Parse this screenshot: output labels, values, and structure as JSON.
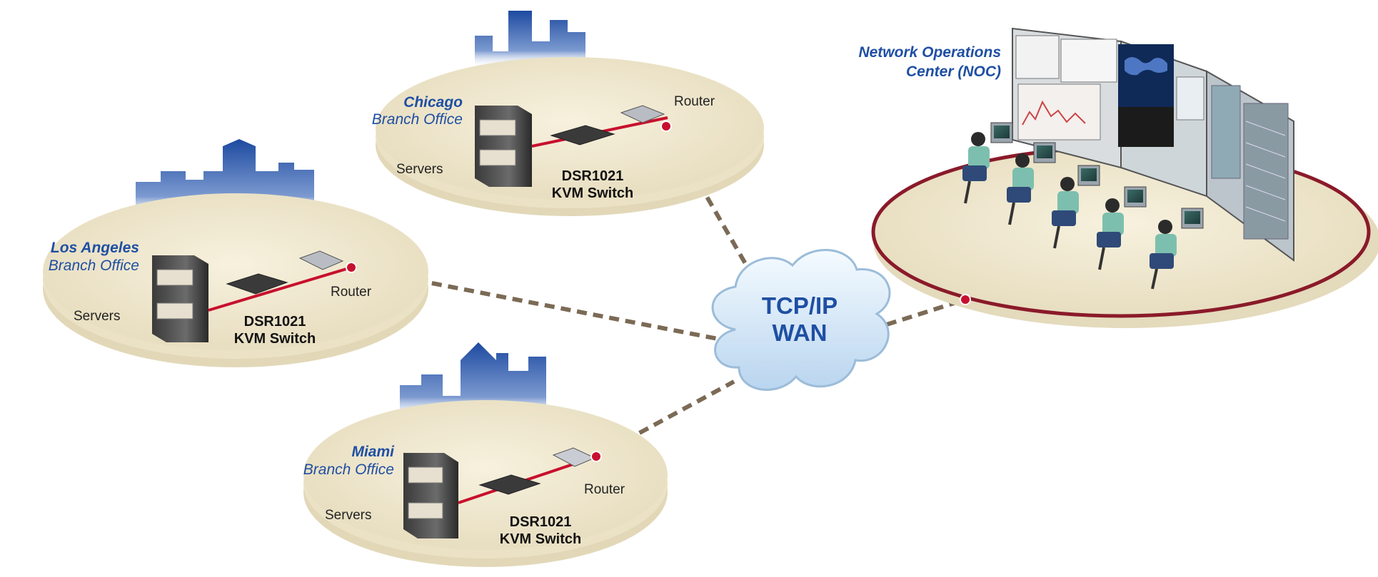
{
  "colors": {
    "site_blue": "#1f4fa3",
    "skyline": "#2a55a8",
    "plate": "#efe6cc",
    "plate_edge": "#d8ccaa",
    "link_dash": "#7b6a55",
    "red_dot": "#c8102e",
    "noc_ring": "#8a1a2a",
    "cloud": "#dfeefa"
  },
  "wan": {
    "line1": "TCP/IP",
    "line2": "WAN"
  },
  "noc": {
    "title_line1": "Network Operations",
    "title_line2": "Center (NOC)"
  },
  "sites": {
    "chicago": {
      "city": "Chicago",
      "office": "Branch Office",
      "servers": "Servers",
      "switch_line1": "DSR1021",
      "switch_line2": "KVM Switch",
      "router": "Router"
    },
    "los_angeles": {
      "city": "Los Angeles",
      "office": "Branch Office",
      "servers": "Servers",
      "switch_line1": "DSR1021",
      "switch_line2": "KVM Switch",
      "router": "Router"
    },
    "miami": {
      "city": "Miami",
      "office": "Branch Office",
      "servers": "Servers",
      "switch_line1": "DSR1021",
      "switch_line2": "KVM Switch",
      "router": "Router"
    }
  }
}
